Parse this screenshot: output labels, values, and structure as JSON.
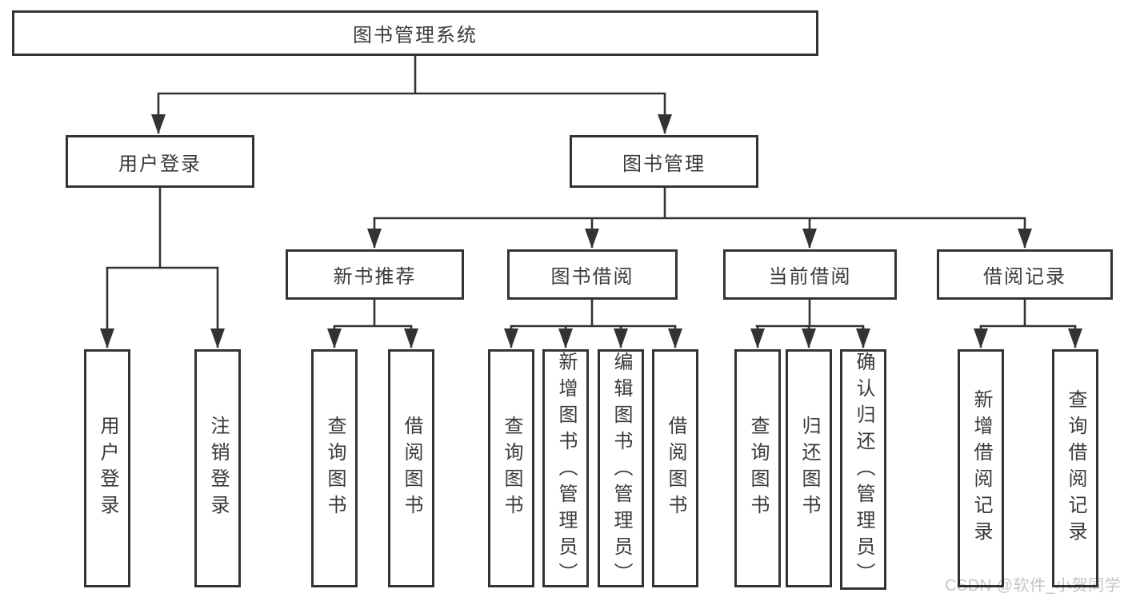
{
  "diagram": {
    "title": "图书管理系统",
    "watermark": "CSDN @软件_小贺同学",
    "colors": {
      "line": "#333333",
      "border": "#333333",
      "text": "#3a3a3a",
      "watermark": "#c5c5c5",
      "background": "#ffffff"
    }
  },
  "nodes": {
    "root": {
      "label": "图书管理系统"
    },
    "user_login": {
      "label": "用户登录"
    },
    "book_mgmt": {
      "label": "图书管理"
    },
    "new_books": {
      "label": "新书推荐"
    },
    "book_borrow": {
      "label": "图书借阅"
    },
    "current_borrow": {
      "label": "当前借阅"
    },
    "borrow_records": {
      "label": "借阅记录"
    },
    "leaf_login": {
      "label": "用户登录"
    },
    "leaf_logout": {
      "label": "注销登录"
    },
    "leaf_nb_query": {
      "label": "查询图书"
    },
    "leaf_nb_borrow": {
      "label": "借阅图书"
    },
    "leaf_bb_query": {
      "label": "查询图书"
    },
    "leaf_bb_add": {
      "label": "新增图书（管理员）"
    },
    "leaf_bb_edit": {
      "label": "编辑图书（管理员）"
    },
    "leaf_bb_borrow": {
      "label": "借阅图书"
    },
    "leaf_cb_query": {
      "label": "查询图书"
    },
    "leaf_cb_return": {
      "label": "归还图书"
    },
    "leaf_cb_confirm": {
      "label": "确认归还（管理员）"
    },
    "leaf_br_add": {
      "label": "新增借阅记录"
    },
    "leaf_br_query": {
      "label": "查询借阅记录"
    }
  },
  "hierarchy": {
    "label": "图书管理系统",
    "children": [
      {
        "label": "用户登录",
        "children": [
          {
            "label": "用户登录"
          },
          {
            "label": "注销登录"
          }
        ]
      },
      {
        "label": "图书管理",
        "children": [
          {
            "label": "新书推荐",
            "children": [
              {
                "label": "查询图书"
              },
              {
                "label": "借阅图书"
              }
            ]
          },
          {
            "label": "图书借阅",
            "children": [
              {
                "label": "查询图书"
              },
              {
                "label": "新增图书（管理员）"
              },
              {
                "label": "编辑图书（管理员）"
              },
              {
                "label": "借阅图书"
              }
            ]
          },
          {
            "label": "当前借阅",
            "children": [
              {
                "label": "查询图书"
              },
              {
                "label": "归还图书"
              },
              {
                "label": "确认归还（管理员）"
              }
            ]
          },
          {
            "label": "借阅记录",
            "children": [
              {
                "label": "新增借阅记录"
              },
              {
                "label": "查询借阅记录"
              }
            ]
          }
        ]
      }
    ]
  }
}
